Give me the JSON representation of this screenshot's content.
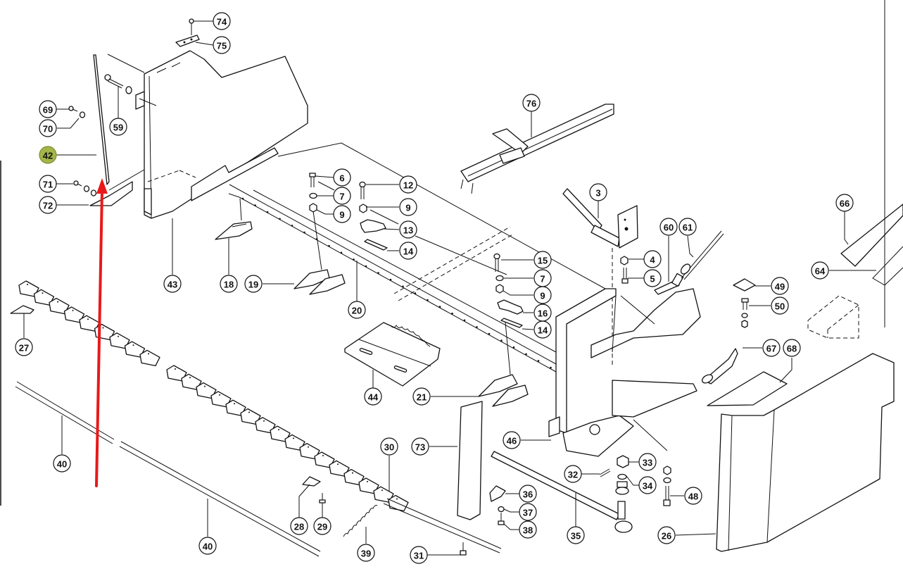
{
  "diagram": {
    "type": "exploded-parts-diagram",
    "highlighted_part": "42",
    "highlight_color": "#a3b54a",
    "arrow_color": "#e8191a",
    "arrow_points_to": "42",
    "callouts": [
      {
        "id": "c74",
        "label": "74"
      },
      {
        "id": "c75",
        "label": "75"
      },
      {
        "id": "c69",
        "label": "69"
      },
      {
        "id": "c70",
        "label": "70"
      },
      {
        "id": "c59",
        "label": "59"
      },
      {
        "id": "c42",
        "label": "42"
      },
      {
        "id": "c71",
        "label": "71"
      },
      {
        "id": "c72",
        "label": "72"
      },
      {
        "id": "c43",
        "label": "43"
      },
      {
        "id": "c76",
        "label": "76"
      },
      {
        "id": "c6",
        "label": "6"
      },
      {
        "id": "c7a",
        "label": "7"
      },
      {
        "id": "c9a",
        "label": "9"
      },
      {
        "id": "c12",
        "label": "12"
      },
      {
        "id": "c9b",
        "label": "9"
      },
      {
        "id": "c13",
        "label": "13"
      },
      {
        "id": "c14a",
        "label": "14"
      },
      {
        "id": "c15",
        "label": "15"
      },
      {
        "id": "c7b",
        "label": "7"
      },
      {
        "id": "c9c",
        "label": "9"
      },
      {
        "id": "c16",
        "label": "16"
      },
      {
        "id": "c14b",
        "label": "14"
      },
      {
        "id": "c18",
        "label": "18"
      },
      {
        "id": "c19",
        "label": "19"
      },
      {
        "id": "c20",
        "label": "20"
      },
      {
        "id": "c3",
        "label": "3"
      },
      {
        "id": "c4",
        "label": "4"
      },
      {
        "id": "c5",
        "label": "5"
      },
      {
        "id": "c60",
        "label": "60"
      },
      {
        "id": "c61",
        "label": "61"
      },
      {
        "id": "c66",
        "label": "66"
      },
      {
        "id": "c64",
        "label": "64"
      },
      {
        "id": "c49",
        "label": "49"
      },
      {
        "id": "c50",
        "label": "50"
      },
      {
        "id": "c67",
        "label": "67"
      },
      {
        "id": "c68",
        "label": "68"
      },
      {
        "id": "c27",
        "label": "27"
      },
      {
        "id": "c44",
        "label": "44"
      },
      {
        "id": "c21",
        "label": "21"
      },
      {
        "id": "c40a",
        "label": "40"
      },
      {
        "id": "c40b",
        "label": "40"
      },
      {
        "id": "c30",
        "label": "30"
      },
      {
        "id": "c73",
        "label": "73"
      },
      {
        "id": "c46",
        "label": "46"
      },
      {
        "id": "c32",
        "label": "32"
      },
      {
        "id": "c33",
        "label": "33"
      },
      {
        "id": "c34",
        "label": "34"
      },
      {
        "id": "c48",
        "label": "48"
      },
      {
        "id": "c36",
        "label": "36"
      },
      {
        "id": "c37",
        "label": "37"
      },
      {
        "id": "c38",
        "label": "38"
      },
      {
        "id": "c35",
        "label": "35"
      },
      {
        "id": "c28",
        "label": "28"
      },
      {
        "id": "c29",
        "label": "29"
      },
      {
        "id": "c39",
        "label": "39"
      },
      {
        "id": "c31",
        "label": "31"
      },
      {
        "id": "c26",
        "label": "26"
      }
    ]
  }
}
